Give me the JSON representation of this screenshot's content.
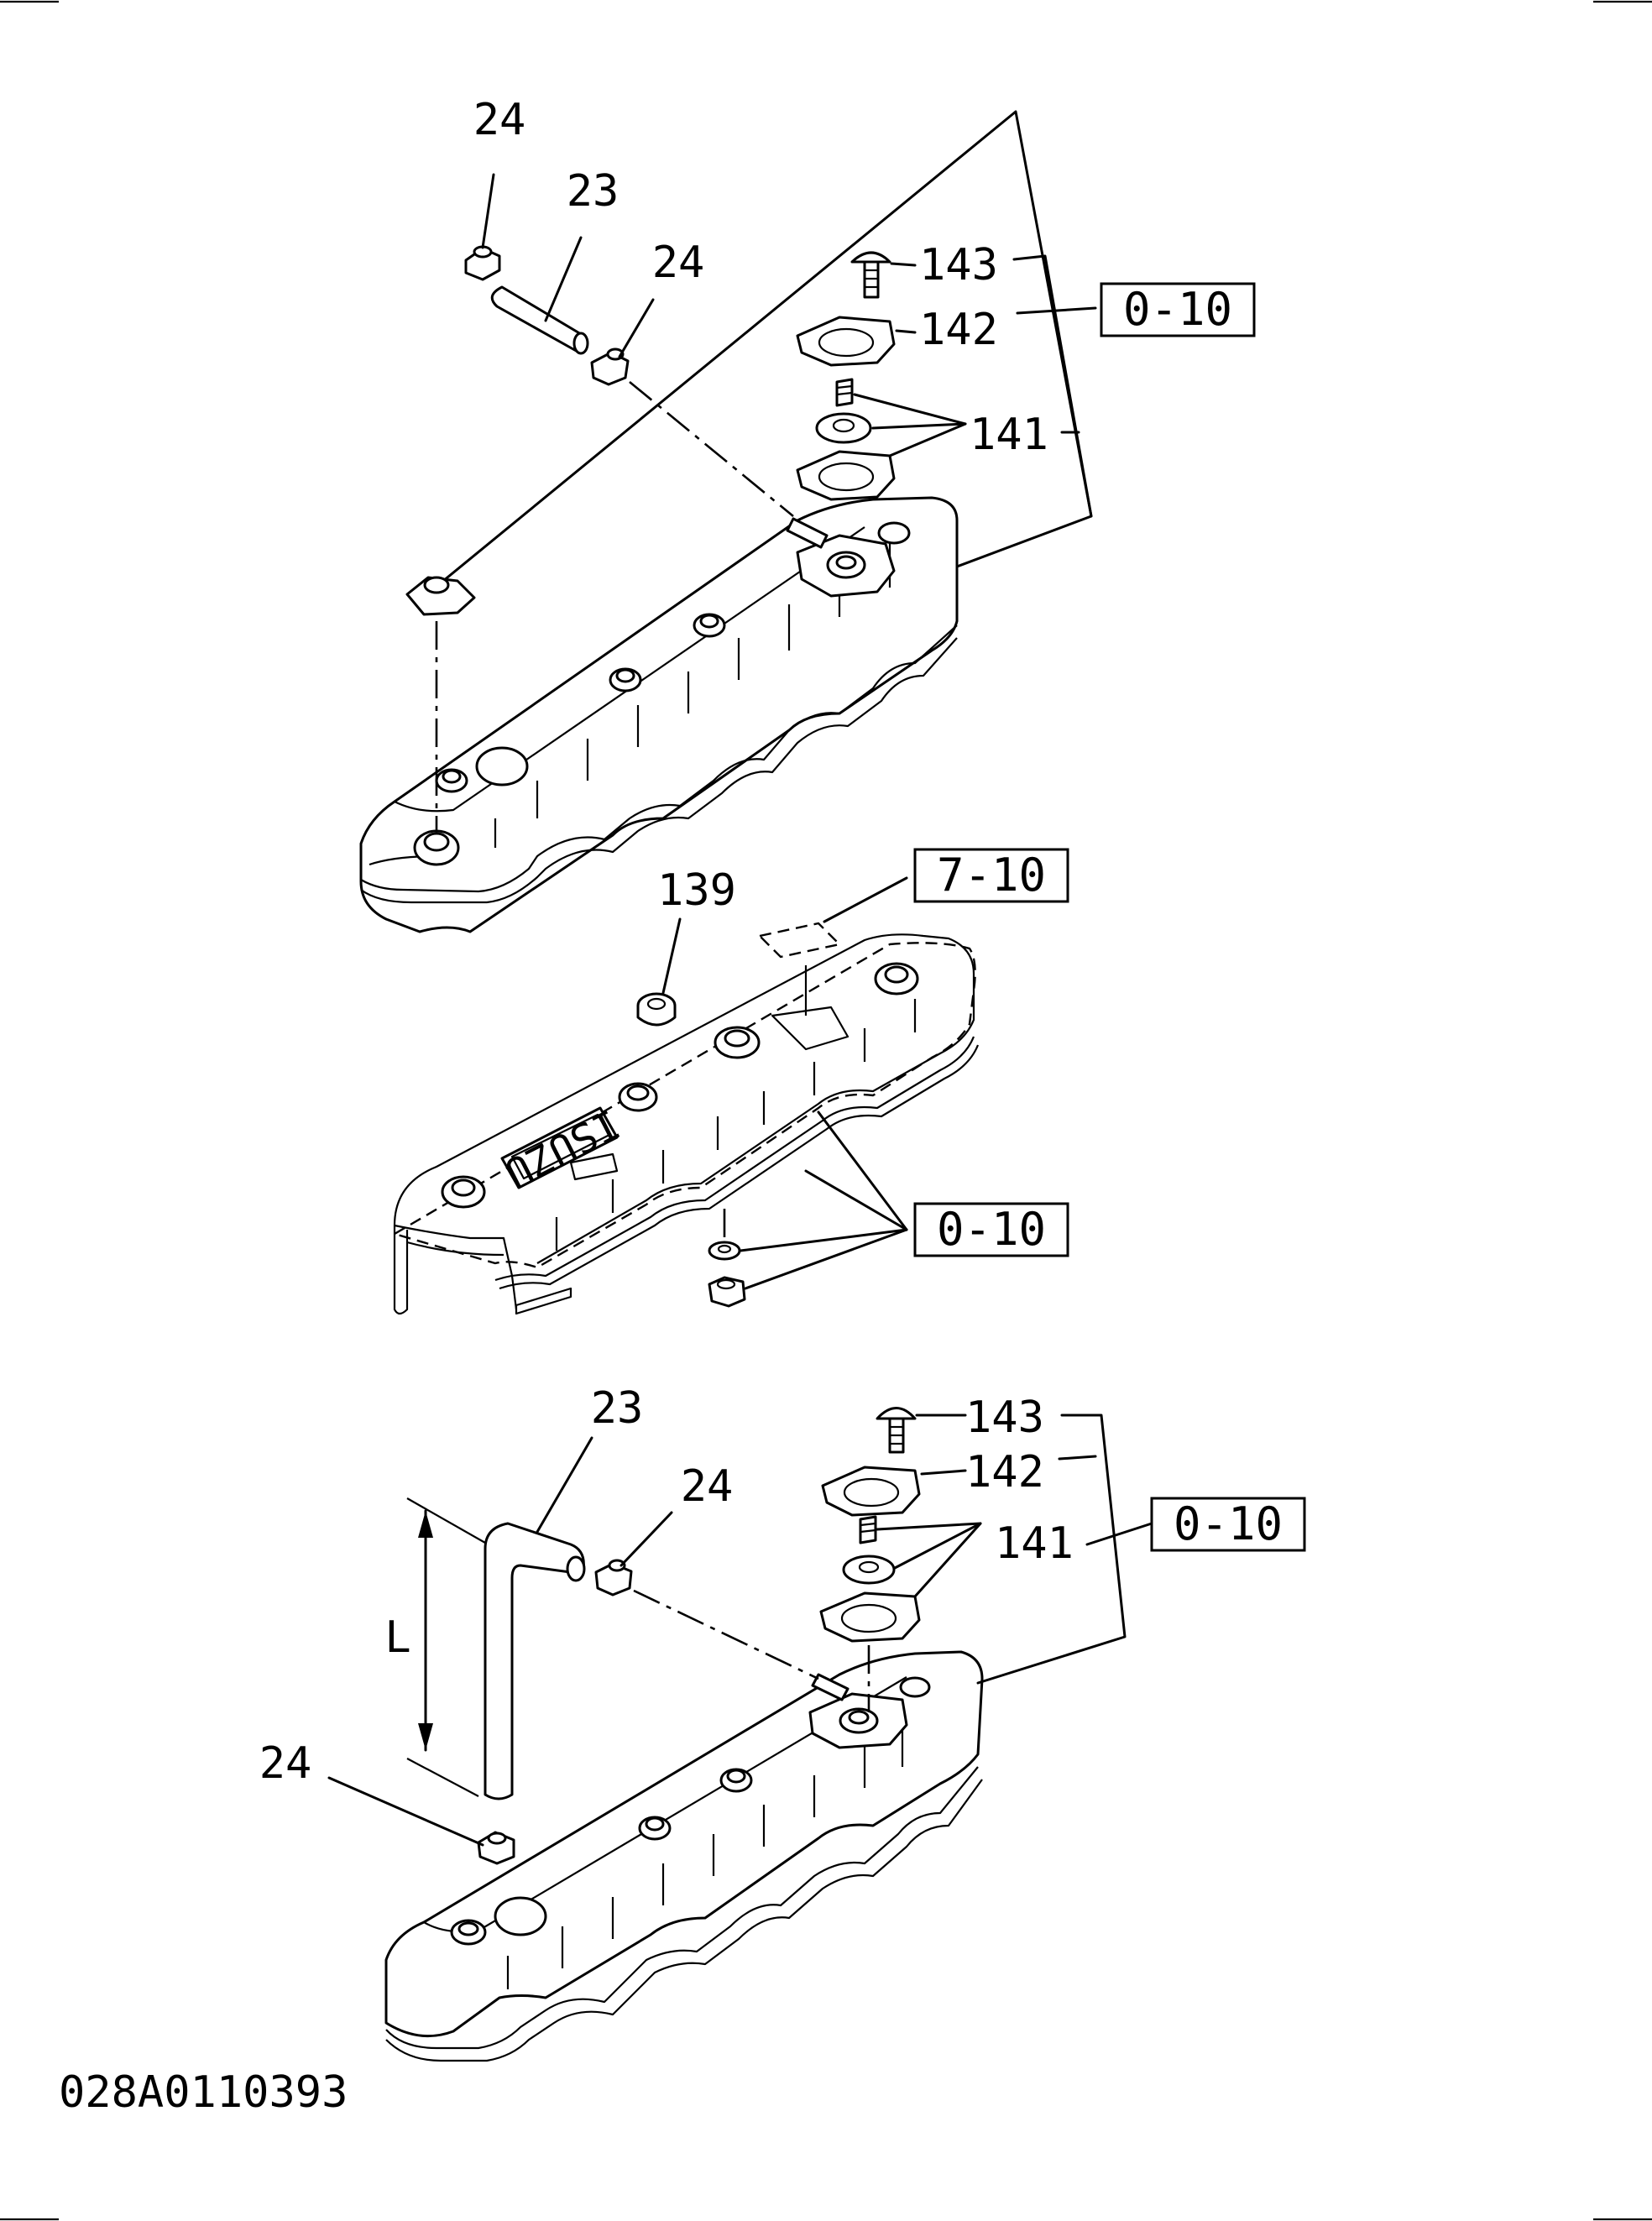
{
  "callouts": {
    "top": {
      "hose_clip_left": "24",
      "hose": "23",
      "hose_clip_right": "24",
      "screw": "143",
      "cover": "142",
      "valve_parts": "141",
      "ref_box": "0-10"
    },
    "middle": {
      "cap": "139",
      "label_ref_box": "7-10",
      "gasket_ref_box": "0-10",
      "emblem_text": "ISUZU"
    },
    "bottom": {
      "hose": "23",
      "hose_clip_upper": "24",
      "length_dim": "L",
      "hose_clip_lower": "24",
      "screw": "143",
      "cover": "142",
      "valve_parts": "141",
      "ref_box": "0-10"
    }
  },
  "drawing_code": "028A0110393"
}
